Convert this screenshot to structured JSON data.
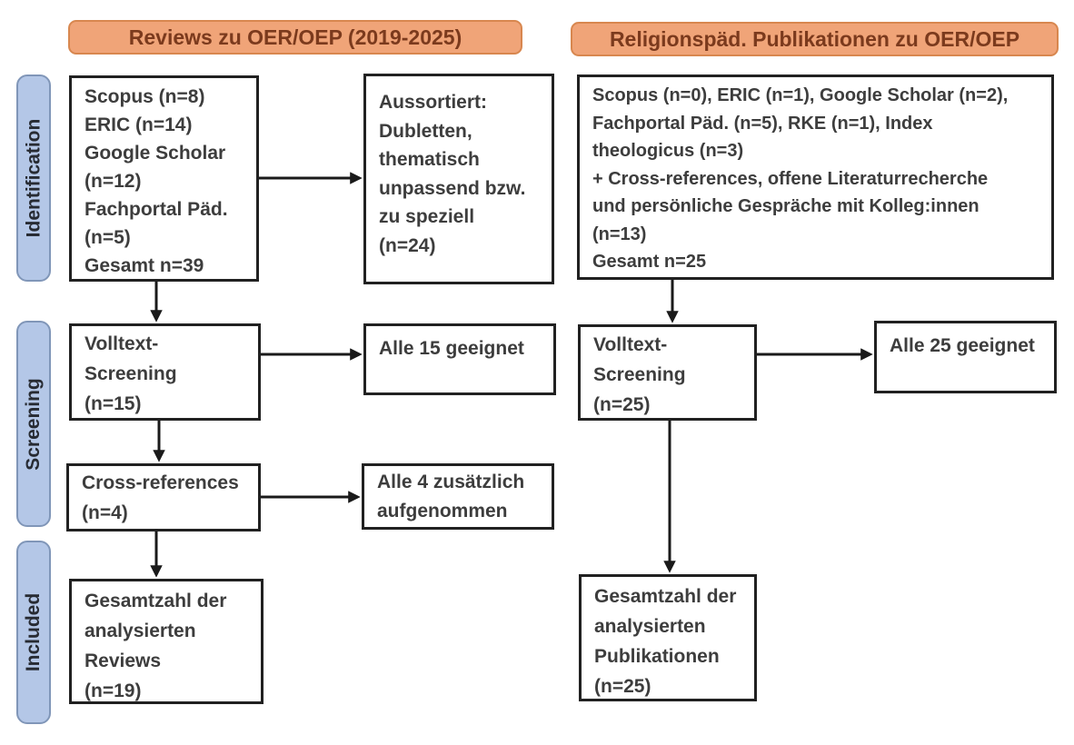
{
  "headers": [
    {
      "label": "Reviews zu OER/OEP (2019-2025)"
    },
    {
      "label": "Religionspäd. Publikationen zu OER/OEP"
    }
  ],
  "stages": [
    {
      "label": "Identification"
    },
    {
      "label": "Screening"
    },
    {
      "label": "Included"
    }
  ],
  "boxes": {
    "left_identification": "Scopus (n=8)\nERIC (n=14)\nGoogle Scholar\n(n=12)\nFachportal Päd.\n(n=5)\nGesamt n=39",
    "left_excluded": "Aussortiert:\nDubletten,\nthematisch\nunpassend bzw.\nzu speziell\n(n=24)",
    "left_fulltext": "Volltext-\nScreening\n(n=15)",
    "left_fulltext_result": "Alle 15 geeignet",
    "left_crossref": "Cross-references\n(n=4)",
    "left_crossref_result": "Alle 4 zusätzlich\naufgenommen",
    "left_included": "Gesamtzahl der\nanalysierten\nReviews\n(n=19)",
    "right_identification": "Scopus (n=0), ERIC (n=1), Google Scholar (n=2),\nFachportal Päd. (n=5), RKE (n=1), Index\ntheologicus (n=3)\n+ Cross-references, offene Literaturrecherche\nund persönliche Gespräche mit Kolleg:innen\n(n=13)\nGesamt n=25",
    "right_fulltext": "Volltext-\nScreening\n(n=25)",
    "right_fulltext_result": "Alle 25 geeignet",
    "right_included": "Gesamtzahl der\nanalysierten\nPublikationen\n(n=25)"
  },
  "colors": {
    "header_fill": "#F0A478",
    "header_border": "#D8874F",
    "header_text": "#7B3A1D",
    "stage_fill": "#B4C7E7",
    "stage_border": "#8096B8",
    "stage_text": "#272B33",
    "box_border": "#212121",
    "box_text": "#3D3D3D",
    "arrow": "#1A1A1A",
    "background": "#FFFFFF"
  }
}
